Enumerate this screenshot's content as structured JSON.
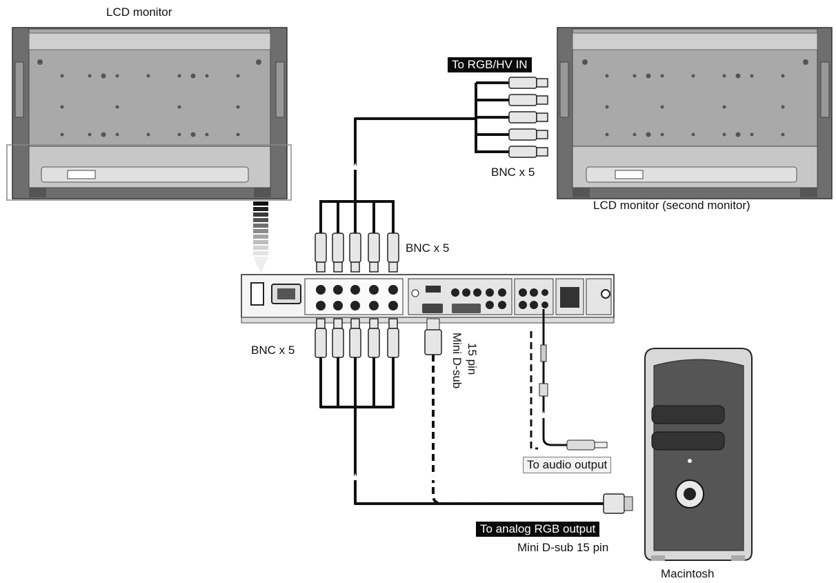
{
  "labels": {
    "lcd_monitor": "LCD monitor",
    "lcd_monitor_second": "LCD monitor (second monitor)",
    "to_rgb_hv_in": "To RGB/HV IN",
    "bnc_top_right": "BNC x 5",
    "bnc_middle": "BNC x 5",
    "bnc_left": "BNC x 5",
    "mini_dsub_vertical_line1": "Mini D-sub",
    "mini_dsub_vertical_line2": "15 pin",
    "to_audio_output": "To audio output",
    "to_analog_rgb_output": "To analog RGB output",
    "mini_dsub_15pin": "Mini D-sub 15 pin",
    "macintosh": "Macintosh"
  },
  "colors": {
    "cable": "#111111",
    "monitor_body": "#8a8a8a",
    "monitor_panel": "#b5b5b5",
    "label_bg_black": "#0a0a0a",
    "label_bg_box": "#f2f2f2"
  }
}
